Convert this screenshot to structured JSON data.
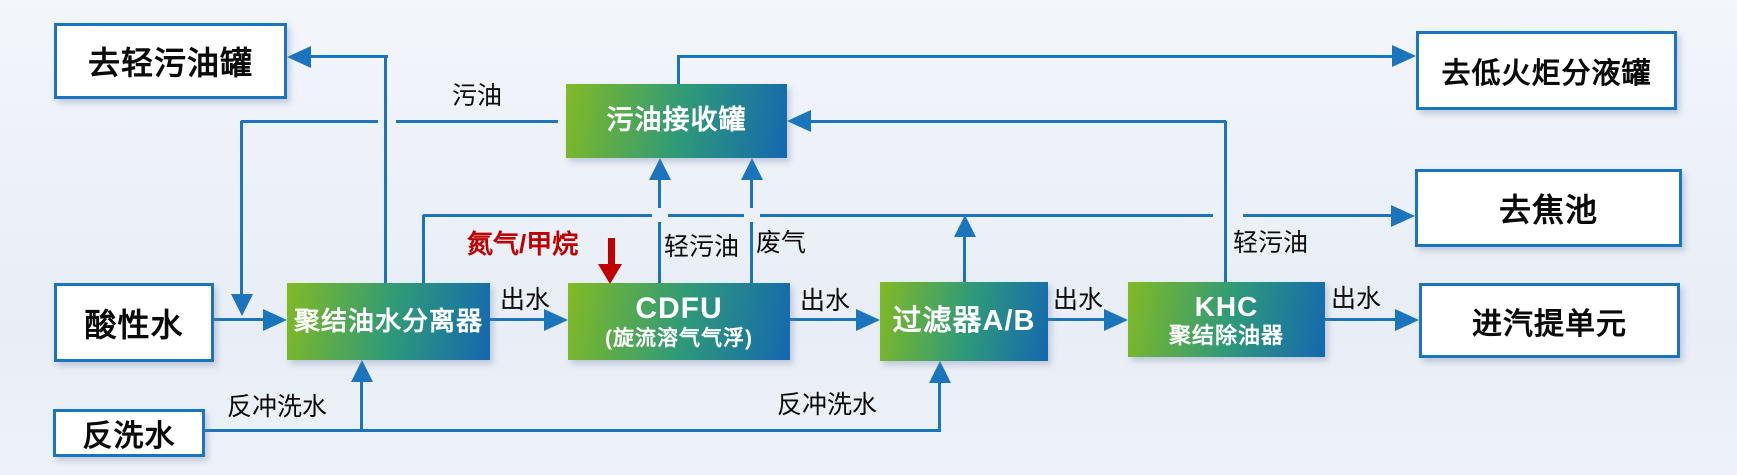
{
  "diagram": {
    "nodes": {
      "to_light_slop_oil_tank": "去轻污油罐",
      "to_low_flare_ko_drum": "去低火炬分液罐",
      "to_coke_pit": "去焦池",
      "to_stripping_unit": "进汽提单元",
      "acid_water": "酸性水",
      "backwash_water": "反洗水",
      "slop_oil_receiving_tank": "污油接收罐",
      "coalescing_separator": "聚结油水分离器",
      "cdfu_title": "CDFU",
      "cdfu_subtitle": "(旋流溶气气浮)",
      "filter_ab": "过滤器A/B",
      "khc_title": "KHC",
      "khc_subtitle": "聚结除油器"
    },
    "streams": {
      "slop_oil": "污油",
      "nitrogen_methane": "氮气/甲烷",
      "light_slop_oil_1": "轻污油",
      "waste_gas": "废气",
      "light_slop_oil_2": "轻污油",
      "outlet_water_1": "出水",
      "outlet_water_2": "出水",
      "outlet_water_3": "出水",
      "outlet_water_4": "出水",
      "backwash_1": "反冲洗水",
      "backwash_2": "反冲洗水"
    },
    "colors": {
      "pipe_blue": "#1b75bc",
      "box_border_blue": "#1b75bc",
      "gradient_green": "#82ba24",
      "gradient_blue": "#1468b0",
      "injection_red": "#c00000",
      "background": "#edf1f8"
    }
  }
}
